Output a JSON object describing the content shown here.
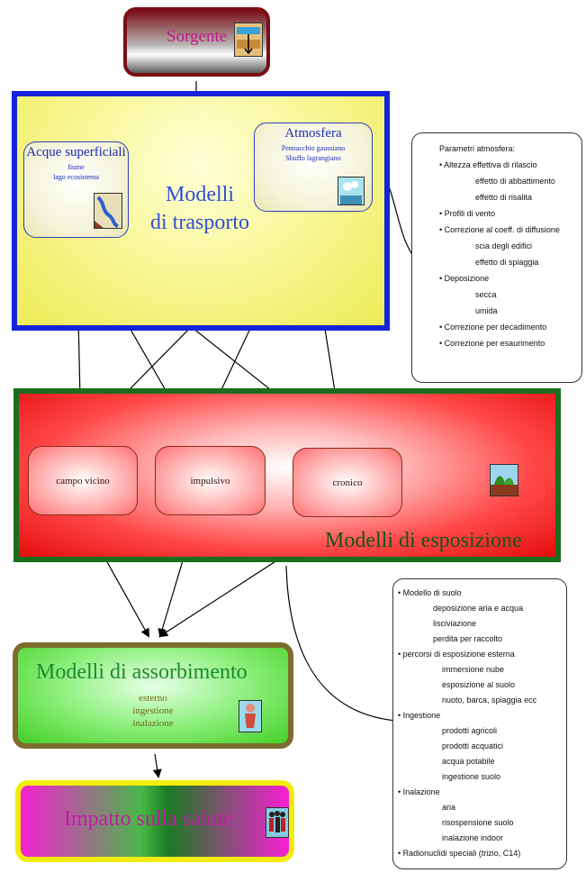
{
  "source": {
    "label": "Sorgente",
    "icon": "source-icon"
  },
  "transport": {
    "title": "Modelli di trasporto",
    "title_lines": [
      "Modelli",
      "di trasporto"
    ],
    "surface_water": {
      "title": "Acque superficiali",
      "lines": [
        "fiume",
        "lago ecosistema"
      ],
      "icon": "river-map-icon"
    },
    "atmosphere": {
      "title": "Atmosfera",
      "lines": [
        "Pennacchio gaussiano",
        "Sbuffo lagrangiano"
      ],
      "icon": "plume-icon"
    }
  },
  "exposure": {
    "title": "Modelli di esposizione",
    "boxes": [
      "campo vicino",
      "impulsivo",
      "cronico"
    ],
    "icon": "landscape-icon"
  },
  "absorption": {
    "title": "Modelli di assorbimento",
    "lines": [
      "esterno",
      "ingestione",
      "inalazione"
    ],
    "icon": "body-organ-icon"
  },
  "health": {
    "title": "Impatto sulla salute",
    "icon": "people-icon"
  },
  "atmosphere_params": {
    "lines": [
      "Parametri atmosfera:",
      "• Altezza effettiva di rilascio",
      "effetto di abbattimento",
      "effetto di risalita",
      "• Profili di vento",
      "• Correzione al coeff. di diffusione",
      "scia degli edifici",
      "effetto di spiaggia",
      "• Deposizione",
      "secca",
      "umida",
      "• Correzione per decadimento",
      "• Correzione per esaurimento"
    ]
  },
  "exposure_params": {
    "lines": [
      "• Modello di suolo",
      "deposizione aria e acqua",
      "lisciviazione",
      "perdita per raccolto",
      "• percorsi di esposizione esterna",
      "immersione nube",
      "esposizione al suolo",
      "nuoto, barca, spiaggia ecc",
      "• Ingestione",
      "prodotti agricoli",
      "prodotti acquatici",
      "acqua potabile",
      "ingestione suolo",
      "• Inalazione",
      "aria",
      "risospensione suolo",
      "inalazione indoor",
      "• Radionuclidi speciali (trizio, C14)"
    ]
  }
}
